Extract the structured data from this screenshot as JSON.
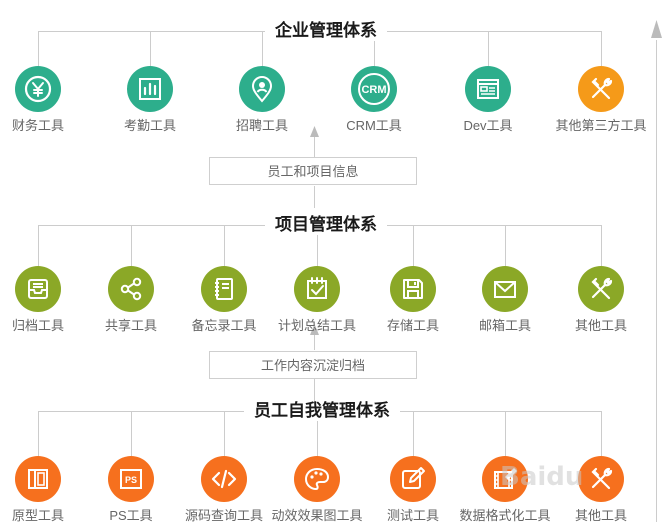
{
  "colors": {
    "teal": "#2dae8c",
    "olive": "#8ba827",
    "orange": "#f6701e",
    "amber": "#f59a19",
    "line": "#cccccc"
  },
  "tiers": [
    {
      "title": "企业管理体系",
      "items": [
        {
          "label": "财务工具",
          "icon": "yen-icon",
          "color": "teal"
        },
        {
          "label": "考勤工具",
          "icon": "bar-chart-icon",
          "color": "teal"
        },
        {
          "label": "招聘工具",
          "icon": "location-person-icon",
          "color": "teal"
        },
        {
          "label": "CRM工具",
          "icon": "crm-icon",
          "icon_text": "CRM",
          "color": "teal"
        },
        {
          "label": "Dev工具",
          "icon": "browser-window-icon",
          "color": "teal"
        },
        {
          "label": "其他第三方工具",
          "icon": "tools-icon",
          "color": "amber"
        }
      ]
    },
    {
      "title": "项目管理体系",
      "items": [
        {
          "label": "归档工具",
          "icon": "inbox-tray-icon",
          "color": "olive"
        },
        {
          "label": "共享工具",
          "icon": "share-icon",
          "color": "olive"
        },
        {
          "label": "备忘录工具",
          "icon": "notebook-icon",
          "color": "olive"
        },
        {
          "label": "计划总结工具",
          "icon": "calendar-check-icon",
          "color": "olive"
        },
        {
          "label": "存储工具",
          "icon": "floppy-disk-icon",
          "color": "olive"
        },
        {
          "label": "邮箱工具",
          "icon": "envelope-icon",
          "color": "olive"
        },
        {
          "label": "其他工具",
          "icon": "tools-icon",
          "color": "olive"
        }
      ]
    },
    {
      "title": "员工自我管理体系",
      "items": [
        {
          "label": "原型工具",
          "icon": "layout-icon",
          "color": "orange"
        },
        {
          "label": "PS工具",
          "icon": "ps-icon",
          "icon_text": "PS",
          "color": "orange"
        },
        {
          "label": "源码查询工具",
          "icon": "code-icon",
          "color": "orange"
        },
        {
          "label": "动效效果图工具",
          "icon": "palette-icon",
          "color": "orange"
        },
        {
          "label": "测试工具",
          "icon": "edit-pencil-icon",
          "color": "orange"
        },
        {
          "label": "数据格式化工具",
          "icon": "film-edit-icon",
          "color": "orange"
        },
        {
          "label": "其他工具",
          "icon": "tools-icon",
          "color": "orange"
        }
      ]
    }
  ],
  "connectors": [
    "员工和项目信息",
    "工作内容沉淀归档"
  ],
  "watermark": "Baidu"
}
